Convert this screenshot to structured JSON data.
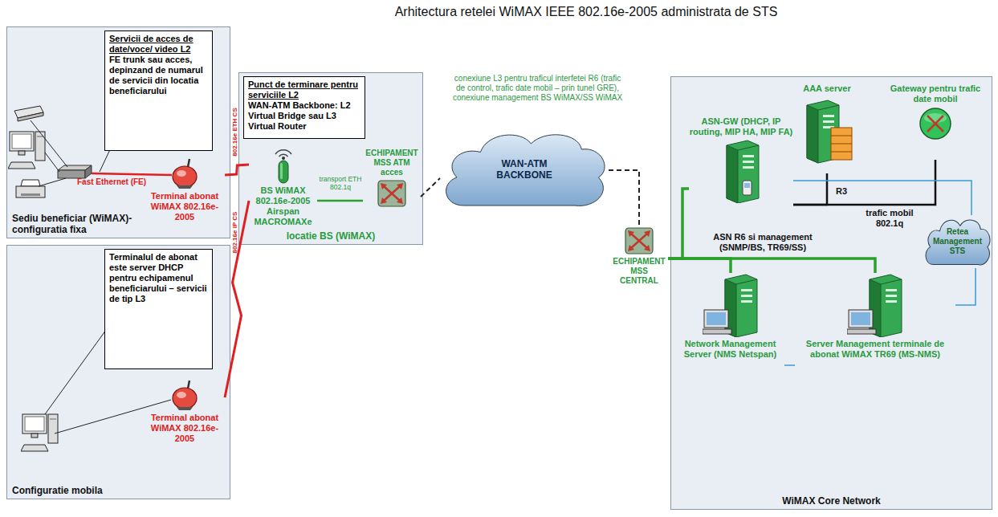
{
  "diagram": {
    "title": "Arhitectura retelei WiMAX IEEE 802.16e-2005 administrata de STS",
    "nodes": [
      {
        "text": [
          "Sediu beneficiar (WiMAX)- configuratia fixa"
        ]
      },
      {
        "text": [
          "Servicii de acces de date/voce/ video L2",
          "FE trunk sau acces, depinzand de numarul de servicii din locatia beneficiarului"
        ],
        "in": 0
      },
      {
        "text": [
          "Terminal abonat WiMAX 802.16e-2005"
        ],
        "in": 0
      },
      {
        "text": [
          "Configuratie mobila"
        ]
      },
      {
        "text": [
          "Terminalul de abonat este server DHCP pentru echipamenul beneficiarului – servicii de tip L3"
        ],
        "in": 3
      },
      {
        "text": [
          "Terminal abonat WiMAX 802.16e-2005"
        ],
        "in": 3
      },
      {
        "text": [
          "locatie BS (WiMAX)"
        ]
      },
      {
        "text": [
          "Punct de terminare pentru serviciile L2",
          "WAN-ATM Backbone: L2 Virtual Bridge sau L3 Virtual Router"
        ],
        "in": 6
      },
      {
        "text": [
          "BS WiMAX 802.16e-2005 Airspan MACROMAXe"
        ],
        "in": 6
      },
      {
        "text": [
          "ECHIPAMENT MSS ATM acces"
        ],
        "in": 6
      },
      {
        "text": [
          "WAN-ATM BACKBONE"
        ]
      },
      {
        "text": [
          "WiMAX Core Network"
        ]
      },
      {
        "text": [
          "ASN-GW (DHCP, IP routing, MIP HA, MIP FA)"
        ],
        "in": 11
      },
      {
        "text": [
          "AAA server"
        ],
        "in": 11
      },
      {
        "text": [
          "Gateway pentru trafic date mobil"
        ],
        "in": 11
      },
      {
        "text": [
          "Retea Management STS"
        ],
        "in": 11
      },
      {
        "text": [
          "Network Management Server (NMS Netspan)"
        ],
        "in": 11
      },
      {
        "text": [
          "Server Management terminale de abonat WiMAX TR69 (MS-NMS)"
        ],
        "in": 11
      },
      {
        "text": [
          "ECHIPAMENT MSS CENTRAL"
        ]
      }
    ],
    "edges": [
      {
        "from": 2,
        "to": 8,
        "arrow": "none",
        "label": "802.16e ETH CS"
      },
      {
        "from": 5,
        "to": 8,
        "arrow": "none",
        "label": "802.16e IP CS"
      },
      {
        "from": 8,
        "to": 9,
        "arrow": "none",
        "label": "transport ETH 802.1q"
      },
      {
        "from": 9,
        "to": 10,
        "arrow": "none"
      },
      {
        "from": 10,
        "to": 18,
        "arrow": "none"
      },
      {
        "from": 18,
        "to": 12,
        "arrow": "none"
      },
      {
        "from": 18,
        "to": 16,
        "arrow": "none"
      },
      {
        "from": 18,
        "to": 17,
        "arrow": "none"
      },
      {
        "from": 12,
        "to": 13,
        "arrow": "none",
        "label": "R3"
      },
      {
        "from": 12,
        "to": 14,
        "arrow": "none",
        "label": "trafic mobil 802.1q"
      },
      {
        "from": 12,
        "to": 15,
        "arrow": "none"
      },
      {
        "from": 16,
        "to": 17,
        "arrow": "none"
      },
      {
        "from": 17,
        "to": 15,
        "arrow": "none"
      }
    ],
    "labels": [
      "conexiune L3 pentru traficul interfetei R6 (trafic de control, trafic date mobil – prin tunel GRE), conexiune management BS WiMAX/SS WiMAX",
      "Fast Ethernet (FE)",
      "ASN R6 si management (SNMP/BS, TR69/SS)"
    ]
  }
}
